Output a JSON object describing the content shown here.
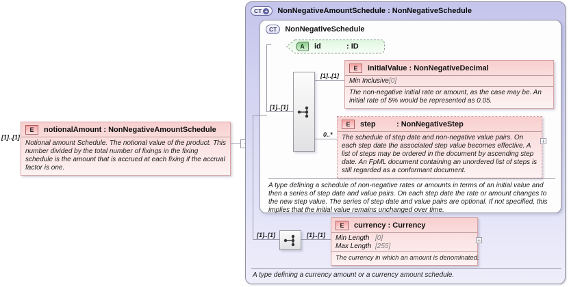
{
  "source": {
    "badge": "E",
    "title": "notionalAmount : NonNegativeAmountSchedule",
    "doc": "Notional amount Schedule. The notional value of the product. This number divided by the total number of fixings in the fixing schedule is the amount that is accrued at each fixing if the accrual factor is one.",
    "cardinality": "[1]..[1]"
  },
  "connector": {
    "collapse_glyph": "−"
  },
  "container": {
    "badge": "CT",
    "plus": "+",
    "title": "NonNegativeAmountSchedule : NonNegativeSchedule",
    "doc": "A type defining a currency amount or a currency amount schedule.",
    "inner": {
      "badge": "CT",
      "title": "NonNegativeSchedule",
      "doc": "A type defining a schedule of non-negative rates or amounts in terms of an initial value and then a series of step date and value pairs. On each step date the rate or amount changes to the new step value. The series of step date and value pairs are optional. If not specified, this implies that the initial value remains unchanged over time.",
      "attribute": {
        "badge": "A",
        "name": "id",
        "type": ": ID"
      },
      "sequence_cardinality": "[1]..[1]",
      "initialValue": {
        "badge": "E",
        "title": "initialValue : NonNegativeDecimal",
        "cardinality": "[1]..[1]",
        "facets": [
          {
            "name": "Min Inclusive",
            "value": "[0]"
          }
        ],
        "doc": "The non-negative initial rate or amount, as the case may be. An initial rate of 5% would be represented as 0.05."
      },
      "step": {
        "badge": "E",
        "name": "step",
        "type": ": NonNegativeStep",
        "cardinality": "0..*",
        "doc": "The schedule of step date and non-negative value pairs. On each step date the associated step value becomes effective. A list of steps may be ordered in the document by ascending step date. An FpML document containing an unordered list of steps is still regarded as a conformant document.",
        "expand": "+"
      }
    },
    "currency_branch": {
      "cardinality_left": "[1]..[1]",
      "cardinality_right": "[1]..[1]",
      "element": {
        "badge": "E",
        "title": "currency : Currency",
        "facets": [
          {
            "name": "Min Length",
            "value": "[0]"
          },
          {
            "name": "Max Length",
            "value": "[255]"
          }
        ],
        "doc": "The currency in which an amount is denominated.",
        "expand": "+"
      }
    }
  }
}
